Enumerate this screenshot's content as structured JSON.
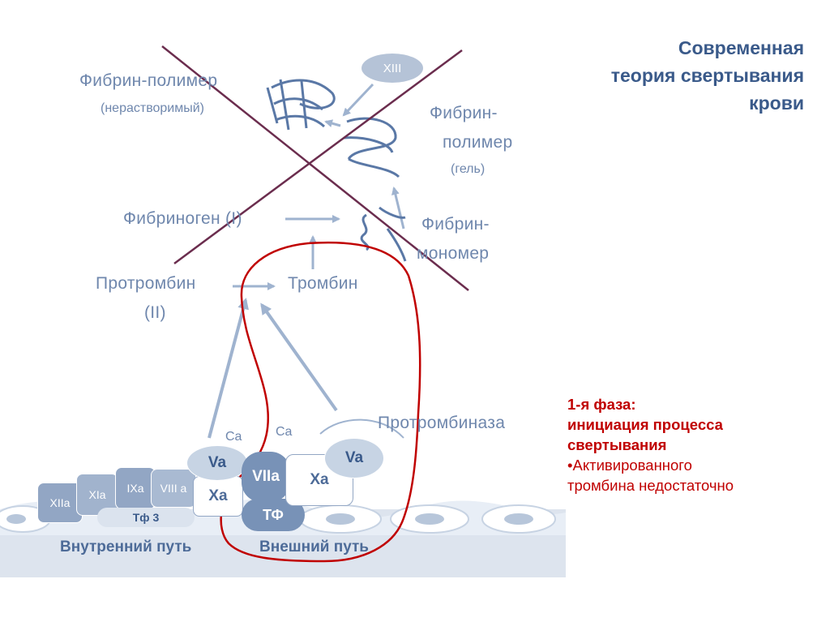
{
  "title": {
    "line1": "Современная",
    "line2": "теория свертывания",
    "line3": "крови"
  },
  "diagram": {
    "fibrin_polymer_insoluble": "Фибрин-полимер",
    "insoluble_note": "(нерастворимый)",
    "factor_xiii": "XIII",
    "fibrin_polymer_gel_1": "Фибрин-",
    "fibrin_polymer_gel_2": "полимер",
    "gel_note": "(гель)",
    "fibrinogen": "Фибриноген (I)",
    "fibrin_monomer_1": "Фибрин-",
    "fibrin_monomer_2": "мономер",
    "prothrombin": "Протромбин",
    "prothrombin_num": "(II)",
    "thrombin": "Тромбин",
    "prothrombinase": "Протромбиназа",
    "ca_1": "Ca",
    "ca_2": "Ca",
    "factor_va_left": "Va",
    "factor_xa_left": "Xa",
    "factor_viia": "VIIa",
    "factor_tf": "ТФ",
    "factor_xa_right": "Xa",
    "factor_va_right": "Va",
    "factor_xiia": "XIIa",
    "factor_xia": "XIa",
    "factor_ixa": "IXa",
    "factor_viiia": "VIII a",
    "factor_tf3": "Тф 3",
    "intrinsic_path": "Внутренний путь",
    "extrinsic_path": "Внешний путь"
  },
  "phase": {
    "heading": "1-я фаза:",
    "line2": "инициация процесса",
    "line3": "свертывания",
    "bullet": "•Активированного",
    "bullet_cont": "тромбина недостаточно"
  },
  "colors": {
    "diagram_text": "#6f87ad",
    "title": "#3a5a8a",
    "phase_text": "#c00000",
    "cross": "#6b2d4e",
    "highlight_loop": "#c00000",
    "membrane": "#dbe3ee"
  }
}
